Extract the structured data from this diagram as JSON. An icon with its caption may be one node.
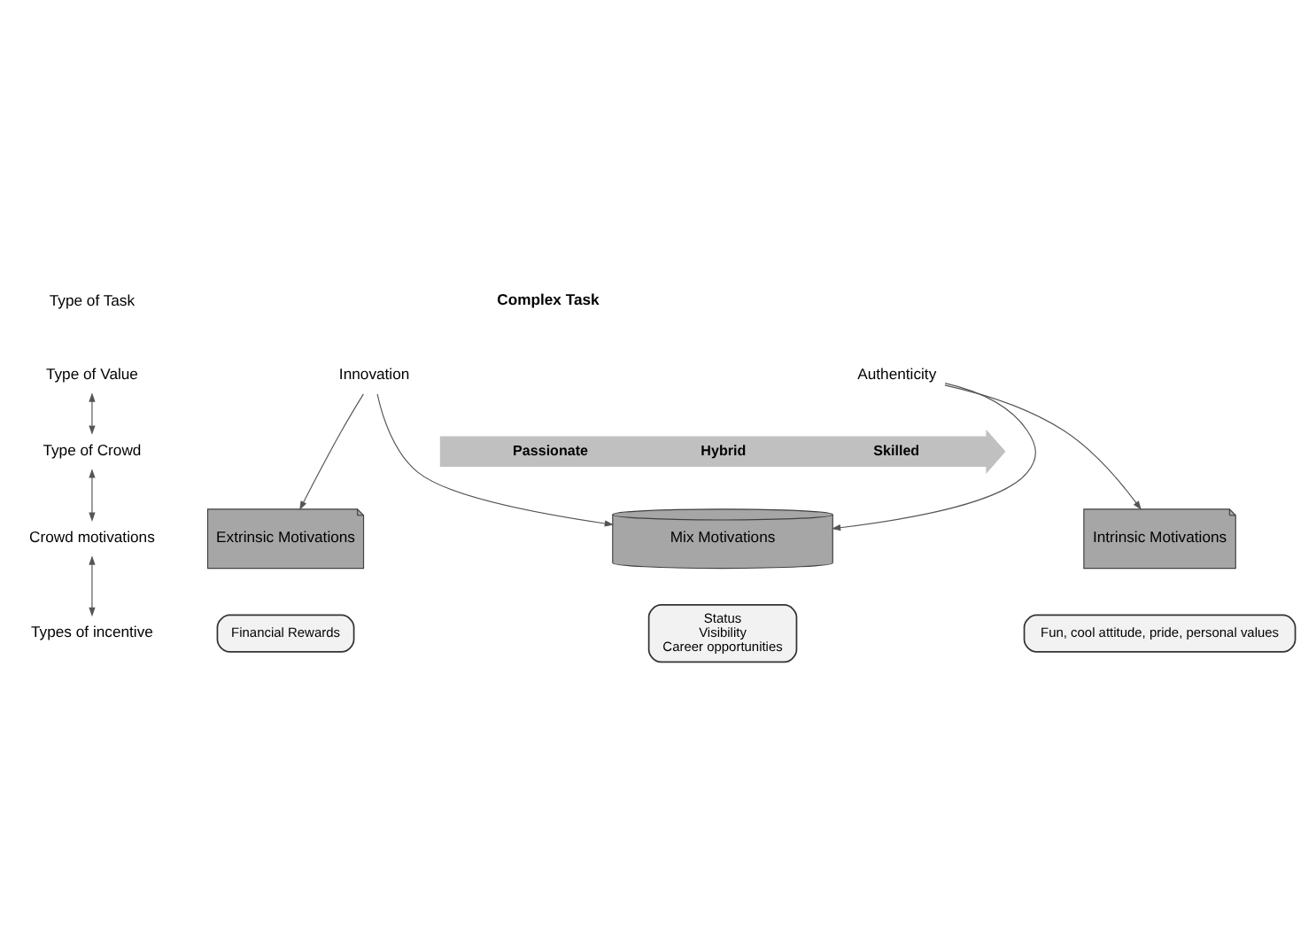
{
  "diagram": {
    "nodes": [
      {
        "text": [
          "Type of Task"
        ]
      },
      {
        "text": [
          "Type of Value"
        ]
      },
      {
        "text": [
          "Type of Crowd"
        ]
      },
      {
        "text": [
          "Crowd motivations"
        ]
      },
      {
        "text": [
          "Types of incentive"
        ]
      },
      {
        "text": [
          "Authenticity"
        ]
      },
      {
        "text": [
          "Innovation"
        ]
      },
      {
        "text": [
          "Passionate",
          "Hybrid",
          "Skilled"
        ]
      },
      {
        "text": [
          "Intrinsic Motivations"
        ]
      },
      {
        "text": [
          "Mix Motivations"
        ]
      },
      {
        "text": [
          "Extrinsic Motivations"
        ]
      },
      {
        "text": [
          "Fun, cool attitude, pride, personal values"
        ]
      },
      {
        "text": [
          "Status",
          "Visibility",
          "Career opportunities"
        ]
      },
      {
        "text": [
          "Financial Rewards"
        ]
      }
    ],
    "edges": [
      {
        "from": 1,
        "to": 2,
        "arrow": "both"
      },
      {
        "from": 2,
        "to": 3,
        "arrow": "both"
      },
      {
        "from": 3,
        "to": 4,
        "arrow": "both"
      },
      {
        "from": 5,
        "to": 8,
        "arrow": "to"
      },
      {
        "from": 5,
        "to": 9,
        "arrow": "to"
      },
      {
        "from": 6,
        "to": 9,
        "arrow": "to"
      },
      {
        "from": 6,
        "to": 10,
        "arrow": "to"
      }
    ],
    "labels": [
      "Complex Task"
    ]
  }
}
